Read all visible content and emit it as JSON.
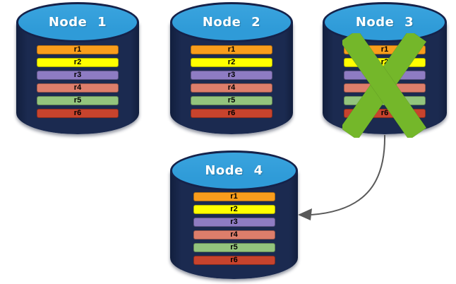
{
  "diagram": {
    "background": "#ffffff",
    "colors": {
      "cylinder_body": "#1b2a50",
      "cylinder_body_edge": "#121f3e",
      "cylinder_top_fill": "#2f9bd8",
      "cylinder_outline": "#15224a",
      "record_text": "#000000",
      "cross": "#74b72a",
      "arrow": "#595959"
    },
    "nodes": [
      {
        "label": "Node 1",
        "failed": false,
        "records": [
          {
            "label": "r1",
            "color": "#f99d1c"
          },
          {
            "label": "r2",
            "color": "#ffff00"
          },
          {
            "label": "r3",
            "color": "#8e7cc3"
          },
          {
            "label": "r4",
            "color": "#dd7e6b"
          },
          {
            "label": "r5",
            "color": "#93c47d"
          },
          {
            "label": "r6",
            "color": "#c7432d"
          }
        ]
      },
      {
        "label": "Node 2",
        "failed": false,
        "records": [
          {
            "label": "r1",
            "color": "#f99d1c"
          },
          {
            "label": "r2",
            "color": "#ffff00"
          },
          {
            "label": "r3",
            "color": "#8e7cc3"
          },
          {
            "label": "r4",
            "color": "#dd7e6b"
          },
          {
            "label": "r5",
            "color": "#93c47d"
          },
          {
            "label": "r6",
            "color": "#c7432d"
          }
        ]
      },
      {
        "label": "Node 3",
        "failed": true,
        "records": [
          {
            "label": "r1",
            "color": "#f99d1c"
          },
          {
            "label": "r2",
            "color": "#ffff00"
          },
          {
            "label": "r3",
            "color": "#8e7cc3"
          },
          {
            "label": "r4",
            "color": "#dd7e6b"
          },
          {
            "label": "r5",
            "color": "#93c47d"
          },
          {
            "label": "r6",
            "color": "#c7432d"
          }
        ]
      },
      {
        "label": "Node 4",
        "failed": false,
        "records": [
          {
            "label": "r1",
            "color": "#f99d1c"
          },
          {
            "label": "r2",
            "color": "#ffff00"
          },
          {
            "label": "r3",
            "color": "#8e7cc3"
          },
          {
            "label": "r4",
            "color": "#dd7e6b"
          },
          {
            "label": "r5",
            "color": "#93c47d"
          },
          {
            "label": "r6",
            "color": "#c7432d"
          }
        ]
      }
    ],
    "arrow": {
      "from": "Node 3",
      "to": "Node 4"
    }
  }
}
